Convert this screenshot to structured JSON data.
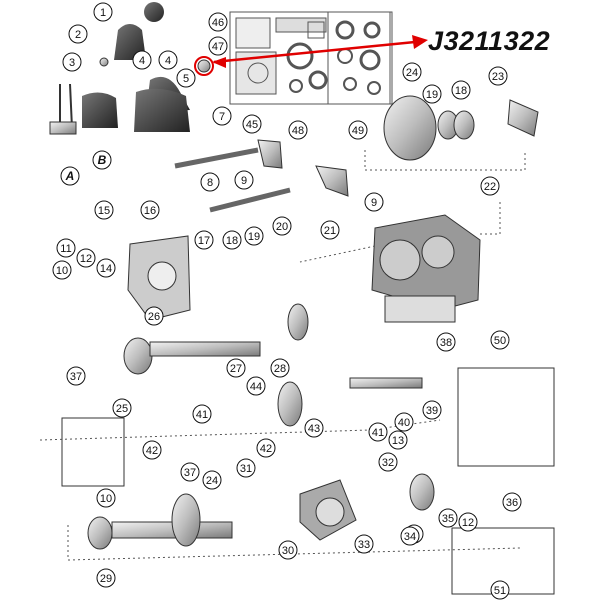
{
  "part_number": "J3211322",
  "highlight_color": "#e00000",
  "callouts": [
    "1",
    "2",
    "3",
    "4",
    "4",
    "5",
    "46",
    "47",
    "45",
    "48",
    "49",
    "24",
    "19",
    "18",
    "23",
    "7",
    "9",
    "8",
    "9",
    "22",
    "16",
    "15",
    "17",
    "20",
    "21",
    "11",
    "12",
    "10",
    "14",
    "18",
    "19",
    "26",
    "27",
    "28",
    "37",
    "25",
    "38",
    "50",
    "44",
    "42",
    "41",
    "43",
    "40",
    "39",
    "41",
    "42",
    "13",
    "37",
    "24",
    "31",
    "32",
    "35",
    "11",
    "12",
    "10",
    "29",
    "30",
    "33",
    "34",
    "36",
    "51"
  ],
  "letters": [
    "A",
    "B"
  ]
}
